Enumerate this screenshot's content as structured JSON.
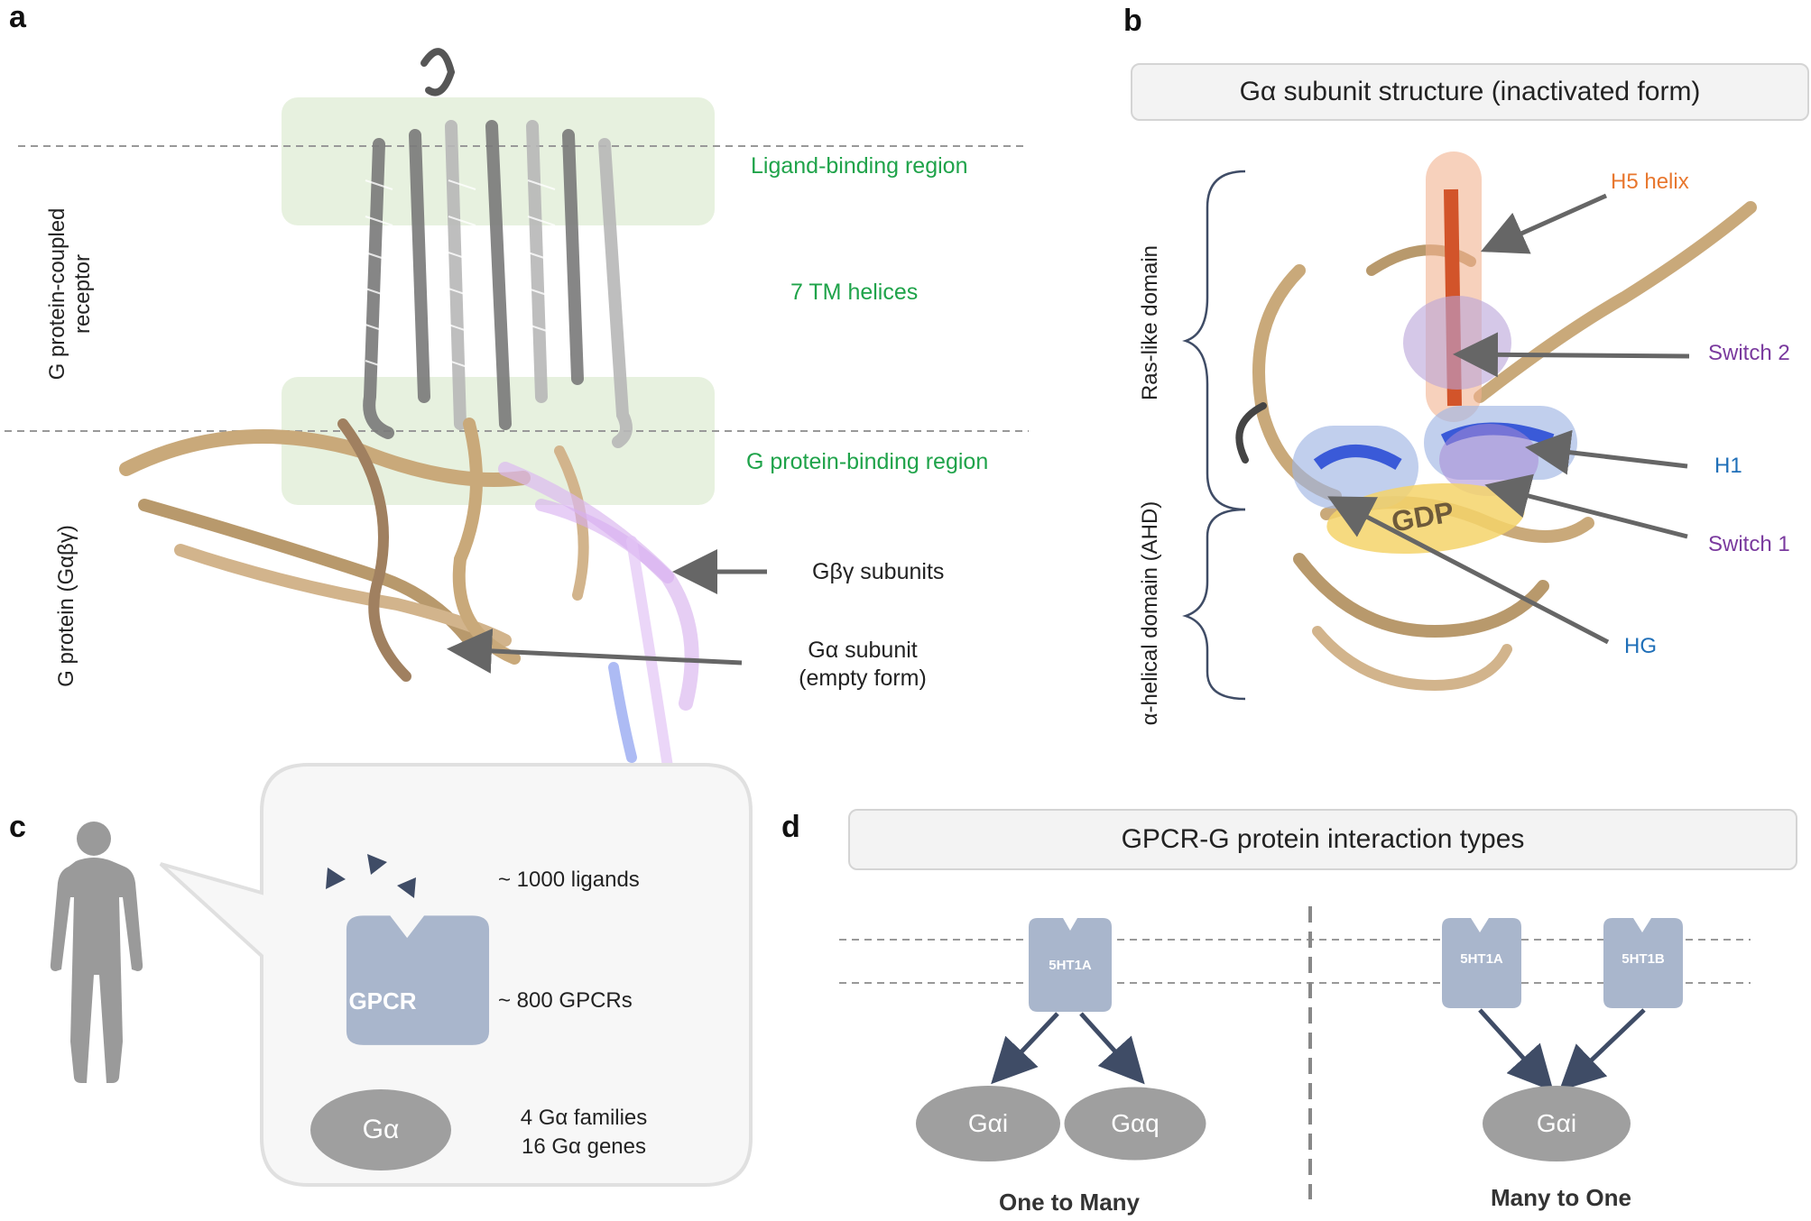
{
  "panels": {
    "a": "a",
    "b": "b",
    "c": "c",
    "d": "d"
  },
  "panel_a": {
    "ligand_binding_region": "Ligand-binding region",
    "tm_helices": "7 TM helices",
    "g_protein_binding_region": "G protein-binding region",
    "receptor_label": "G protein-coupled\nreceptor",
    "g_protein_label": "G protein (Gαβγ)",
    "gbg_label": "Gβγ  subunits",
    "ga_label": "Gα  subunit\n(empty form)"
  },
  "panel_b": {
    "title": "Gα subunit structure (inactivated form)",
    "ras_like_domain": "Ras-like domain",
    "ahd": "α-helical domain (AHD)",
    "h5_helix": "H5 helix",
    "switch2": "Switch 2",
    "h1": "H1",
    "switch1": "Switch 1",
    "hg": "HG",
    "gdp": "GDP",
    "colors": {
      "h5": "#e8772e",
      "switch": "#7a3a9e",
      "helix": "#1f6fb8",
      "gdp": "#f5d46a"
    }
  },
  "panel_c": {
    "ligands": "~ 1000 ligands",
    "gpcr_box": "GPCR",
    "gpcrs": "~ 800 GPCRs",
    "ga_oval": "Gα",
    "families": "4 Gα families\n16 Gα genes"
  },
  "panel_d": {
    "title": "GPCR-G protein interaction types",
    "left_receptor": "5HT1A",
    "left_g1": "Gαi",
    "left_g2": "Gαq",
    "left_caption": "One to Many",
    "right_receptor1": "5HT1A",
    "right_receptor2": "5HT1B",
    "right_g": "Gαi",
    "right_caption": "Many to One"
  }
}
